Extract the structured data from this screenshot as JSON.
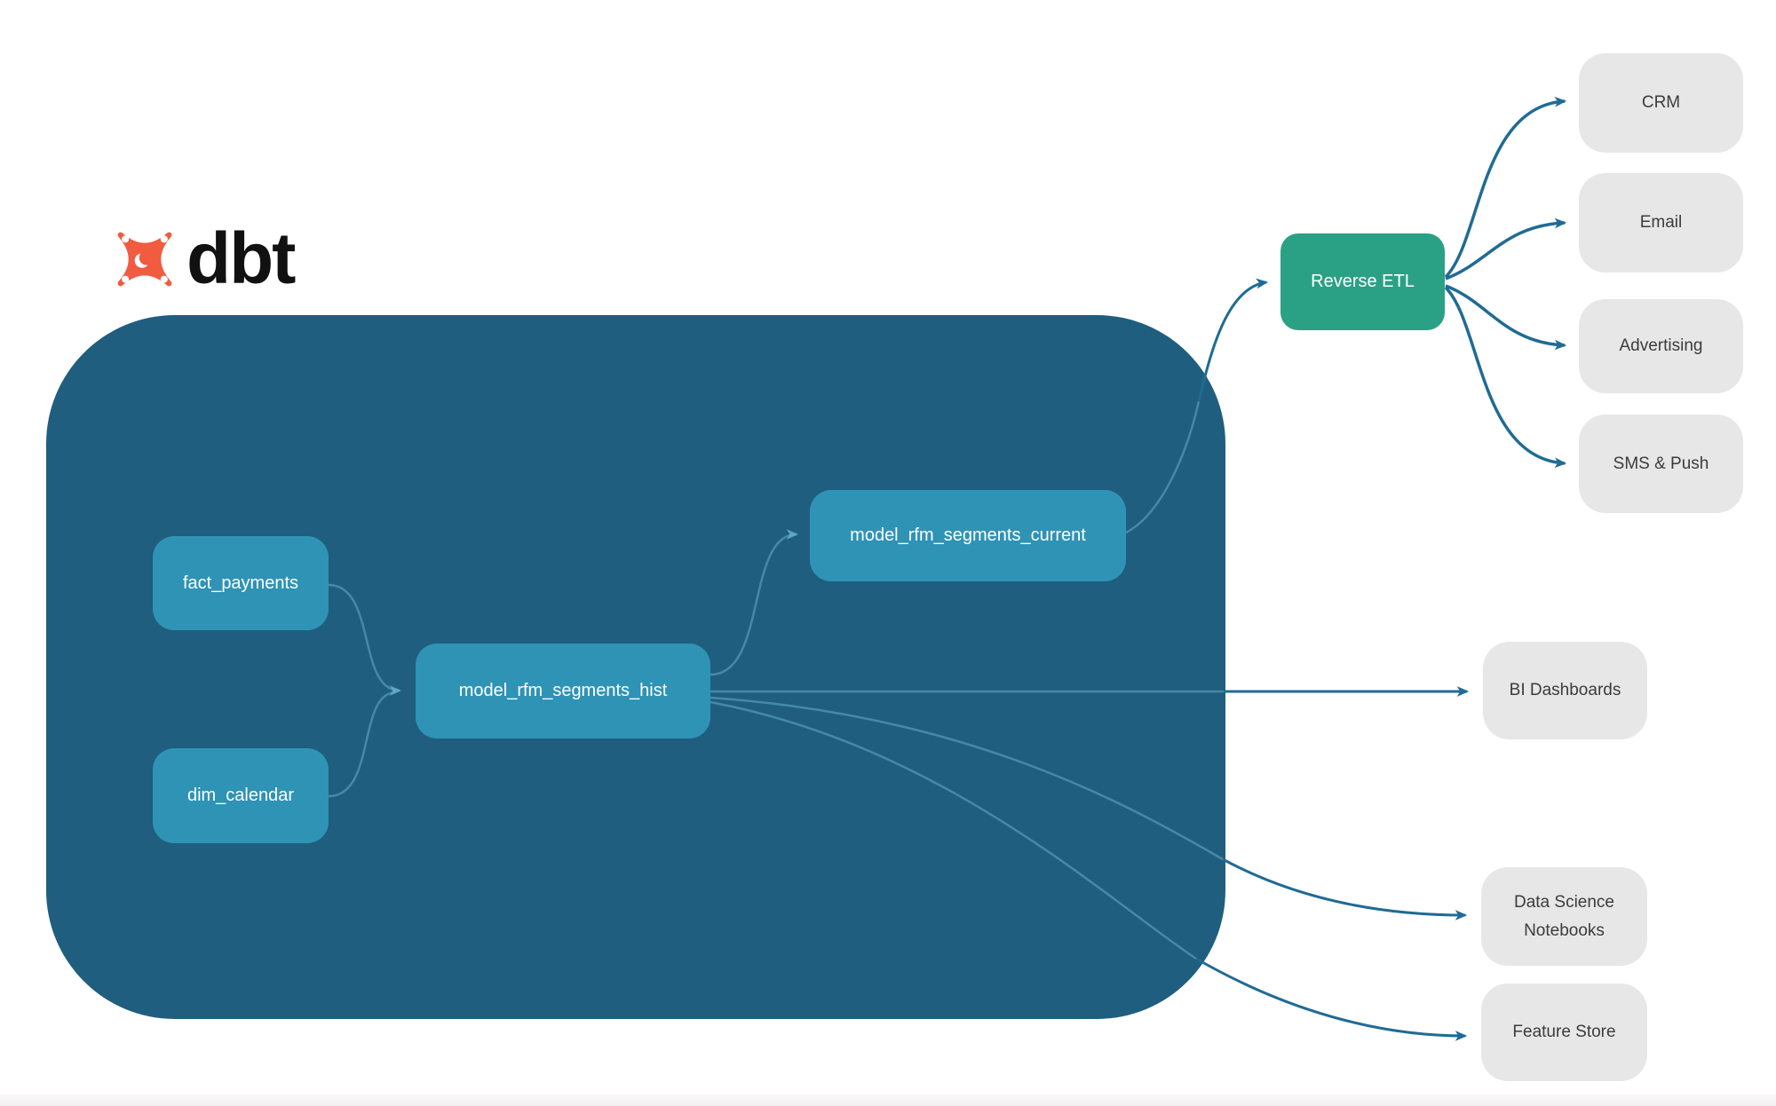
{
  "brand": {
    "name": "dbt"
  },
  "colors": {
    "container-bg": "#1f5e7e",
    "node-bg": "#2f93b5",
    "node-text": "#ffffff",
    "reverse-etl-bg": "#2aa185",
    "target-bg": "#e7e7e7",
    "target-text": "#3c3c3c",
    "edge-dark": "#206b94",
    "edge-light": "#6db4cf",
    "logo-orange": "#f15b40",
    "brand-text": "#111111"
  },
  "nodes": {
    "fact_payments": {
      "label": "fact_payments",
      "type": "model"
    },
    "dim_calendar": {
      "label": "dim_calendar",
      "type": "model"
    },
    "model_rfm_segments_hist": {
      "label": "model_rfm_segments_hist",
      "type": "model"
    },
    "model_rfm_segments_current": {
      "label": "model_rfm_segments_current",
      "type": "model"
    },
    "reverse_etl": {
      "label": "Reverse ETL",
      "type": "tool"
    },
    "crm": {
      "label": "CRM",
      "type": "destination"
    },
    "email": {
      "label": "Email",
      "type": "destination"
    },
    "advertising": {
      "label": "Advertising",
      "type": "destination"
    },
    "sms_push": {
      "label": "SMS & Push",
      "type": "destination"
    },
    "bi_dashboards": {
      "label": "BI Dashboards",
      "type": "destination"
    },
    "data_science_notebooks": {
      "label": "Data Science Notebooks",
      "type": "destination"
    },
    "feature_store": {
      "label": "Feature Store",
      "type": "destination"
    }
  },
  "edges": [
    {
      "from": "fact_payments",
      "to": "model_rfm_segments_hist"
    },
    {
      "from": "dim_calendar",
      "to": "model_rfm_segments_hist"
    },
    {
      "from": "model_rfm_segments_hist",
      "to": "model_rfm_segments_current"
    },
    {
      "from": "model_rfm_segments_current",
      "to": "reverse_etl"
    },
    {
      "from": "reverse_etl",
      "to": "crm"
    },
    {
      "from": "reverse_etl",
      "to": "email"
    },
    {
      "from": "reverse_etl",
      "to": "advertising"
    },
    {
      "from": "reverse_etl",
      "to": "sms_push"
    },
    {
      "from": "model_rfm_segments_hist",
      "to": "bi_dashboards"
    },
    {
      "from": "model_rfm_segments_hist",
      "to": "data_science_notebooks"
    },
    {
      "from": "model_rfm_segments_hist",
      "to": "feature_store"
    }
  ]
}
